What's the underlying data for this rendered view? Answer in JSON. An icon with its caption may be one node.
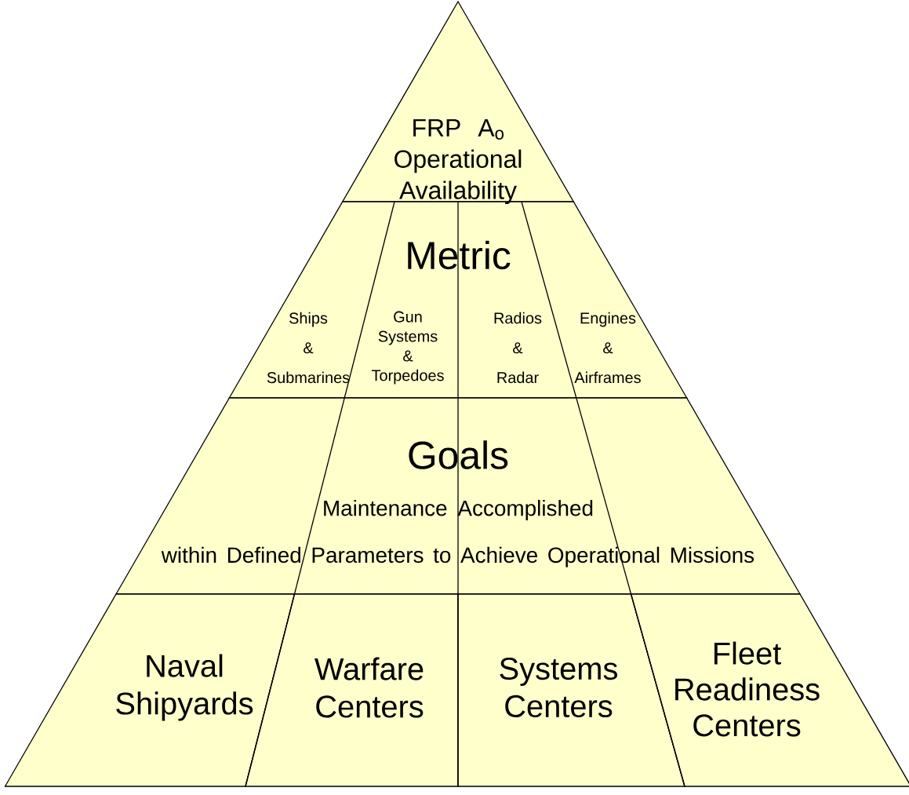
{
  "diagram": {
    "nodes": [
      {
        "text": [
          "FRP A$_{o}$ Operational Availability"
        ]
      },
      {
        "text": [
          "Metric"
        ]
      },
      {
        "text": [
          "Ships & Submarines"
        ]
      },
      {
        "text": [
          "Gun Systems & Torpedoes"
        ]
      },
      {
        "text": [
          "Radios & Radar"
        ]
      },
      {
        "text": [
          "Engines & Airframes"
        ]
      },
      {
        "text": [
          "Goals",
          "Maintenance Accomplished within Defined Parameters to Achieve Operational Missions"
        ]
      },
      {
        "text": [
          "Naval Shipyards"
        ]
      },
      {
        "text": [
          "Warfare Centers"
        ]
      },
      {
        "text": [
          "Systems Centers"
        ]
      },
      {
        "text": [
          "Fleet Readiness Centers"
        ]
      }
    ]
  }
}
